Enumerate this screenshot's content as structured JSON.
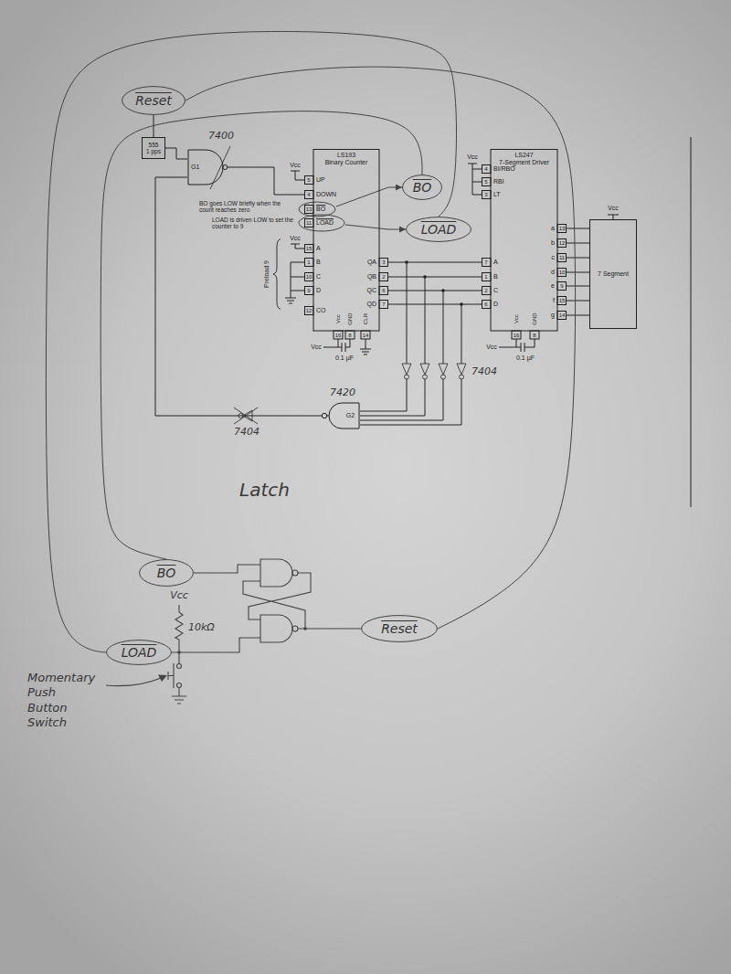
{
  "diagram": {
    "nodes": [
      {
        "text": [
          "Reset"
        ]
      },
      {
        "text": [
          "555",
          "1 pps"
        ]
      },
      {
        "text": [
          "G1"
        ]
      },
      {
        "text": [
          "LS193",
          "Binary Counter"
        ]
      },
      {
        "text": [
          "LS247",
          "7-Segment Driver"
        ]
      },
      {
        "text": [
          "7 Segment"
        ]
      },
      {
        "text": [
          "BO"
        ]
      },
      {
        "text": [
          "LOAD"
        ]
      },
      {
        "text": [
          "G2"
        ]
      },
      {
        "text": [
          "BO"
        ]
      },
      {
        "text": [
          "Reset"
        ]
      },
      {
        "text": [
          "LOAD"
        ]
      }
    ],
    "edges": [
      {
        "from": 0,
        "to": 1,
        "arrow": "none"
      },
      {
        "from": 1,
        "to": 2,
        "arrow": "none"
      },
      {
        "from": 2,
        "to": 3,
        "arrow": "none"
      },
      {
        "from": 3,
        "to": 6,
        "arrow": "to"
      },
      {
        "from": 3,
        "to": 7,
        "arrow": "to"
      },
      {
        "from": 3,
        "to": 4,
        "arrow": "none"
      },
      {
        "from": 3,
        "to": 4,
        "arrow": "none"
      },
      {
        "from": 3,
        "to": 4,
        "arrow": "none"
      },
      {
        "from": 3,
        "to": 4,
        "arrow": "none"
      },
      {
        "from": 4,
        "to": 5,
        "arrow": "none"
      },
      {
        "from": 4,
        "to": 5,
        "arrow": "none"
      },
      {
        "from": 4,
        "to": 5,
        "arrow": "none"
      },
      {
        "from": 4,
        "to": 5,
        "arrow": "none"
      },
      {
        "from": 4,
        "to": 5,
        "arrow": "none"
      },
      {
        "from": 4,
        "to": 5,
        "arrow": "none"
      },
      {
        "from": 4,
        "to": 5,
        "arrow": "none"
      },
      {
        "from": 8,
        "to": 2,
        "arrow": "none"
      },
      {
        "from": 0,
        "to": 10,
        "arrow": "none"
      },
      {
        "from": 6,
        "to": 9,
        "arrow": "none"
      },
      {
        "from": 7,
        "to": 11,
        "arrow": "none"
      }
    ],
    "labels": [
      "Vcc",
      "5",
      "UP",
      "4",
      "DOWN",
      "13",
      "BO",
      "11",
      "LOAD",
      "BO goes LOW briefly when the count reaches zero",
      "LOAD is driven LOW to set the counter to 9",
      "Vcc",
      "15",
      "A",
      "1",
      "B",
      "10",
      "C",
      "9",
      "D",
      "12",
      "CO",
      "Preload 9",
      "QA",
      "3",
      "QB",
      "2",
      "QC",
      "6",
      "QD",
      "7",
      "Vcc",
      "GND",
      "CLR",
      "16",
      "8",
      "14",
      "Vcc",
      "0.1 µF",
      "Vcc",
      "4",
      "BI/RBO",
      "5",
      "RBI",
      "3",
      "LT",
      "7",
      "A",
      "1",
      "B",
      "2",
      "C",
      "6",
      "D",
      "a",
      "13",
      "b",
      "12",
      "c",
      "11",
      "d",
      "10",
      "e",
      "9",
      "f",
      "15",
      "g",
      "14",
      "Vcc",
      "GND",
      "16",
      "8",
      "Vcc",
      "0.1 µF",
      "Vcc",
      "7404",
      "7420",
      "7404",
      "7400",
      "Latch",
      "Vcc",
      "10kΩ",
      "Momentary Push Button Switch"
    ]
  }
}
